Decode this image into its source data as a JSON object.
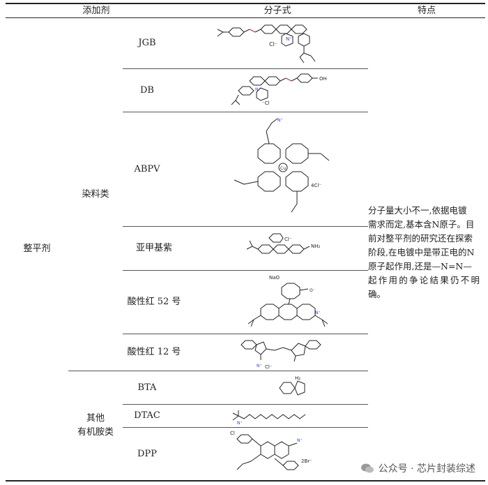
{
  "header": {
    "col1": "添加剂",
    "col2": "分子式",
    "col3": "特点"
  },
  "category": "整平剂",
  "groups": {
    "dyes": "染料类",
    "amines_line1": "其他",
    "amines_line2": "有机胺类"
  },
  "compounds": {
    "jgb": "JGB",
    "db": "DB",
    "abpv": "ABPV",
    "methylene_violet": "亚甲基紫",
    "acid_red_52": "酸性红 52 号",
    "acid_red_12": "酸性红 12 号",
    "bta": "BTA",
    "dtac": "DTAC",
    "dpp": "DPP"
  },
  "molecule_labels": {
    "cl_minus": "Cl⁻",
    "cl_minus_alt": "⁻Cl",
    "n_plus": "N⁺",
    "oh": "OH",
    "cu": "Cu",
    "four_cl": "4Cl⁻",
    "nh2": "NH₂",
    "nao": "NaO",
    "o_minus": "O⁻",
    "h2": "H₂",
    "two_br": "2Br⁻",
    "cl": "Cl"
  },
  "feature_text": {
    "lines": [
      "分子量大小不一,依据电镀",
      "需求而定,基本含N原子。目",
      "前对整平剂的研究还在探索",
      "阶段,在电镀中是带正电的N",
      "原子起作用,还是—N=N—",
      "起作用的争论结果仍不明确。"
    ]
  },
  "watermark": "公众号 · 芯片封装综述"
}
